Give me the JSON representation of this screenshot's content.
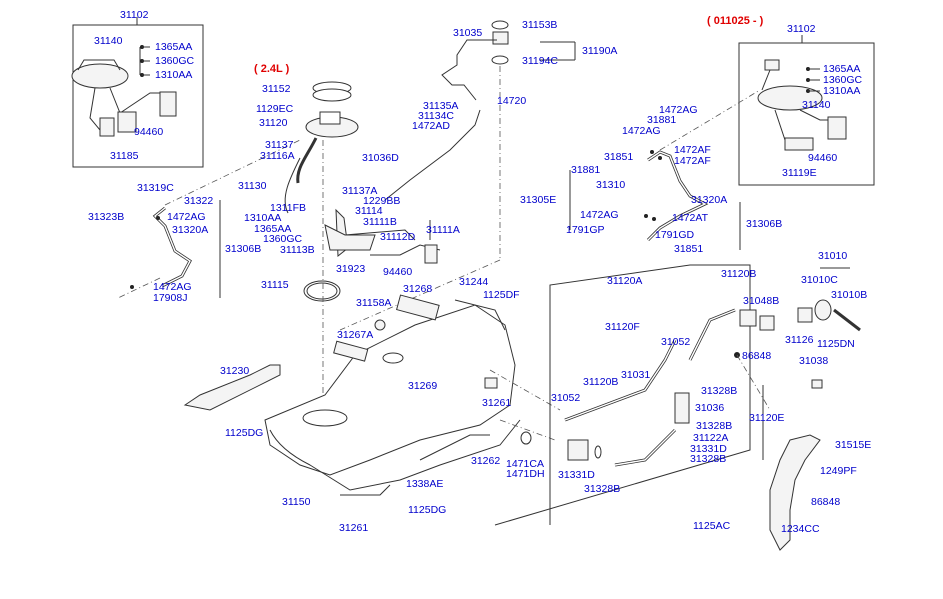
{
  "diagram": {
    "title": "Fuel Tank & Fuel Pump Assembly Parts Diagram",
    "notes": {
      "engine_variant": "( 2.4L )",
      "date_variant": "( 011025 - )"
    },
    "accent_colors": {
      "part_label": "#0000cc",
      "note_label": "#e00000",
      "line": "#333333"
    },
    "labels": [
      "31102",
      "31140",
      "1365AA",
      "1360GC",
      "1310AA",
      "94460",
      "31185",
      "31152",
      "1129EC",
      "31120",
      "31137",
      "31116A",
      "31130",
      "31137A",
      "1229BB",
      "1311FB",
      "31114",
      "31111B",
      "31111A",
      "1310AA",
      "1365AA",
      "1360GC",
      "31112D",
      "31113B",
      "31923",
      "94460",
      "31035",
      "31153B",
      "31190A",
      "31194C",
      "31135A",
      "14720",
      "31134C",
      "1472AD",
      "31036D",
      "31102",
      "1365AA",
      "1360GC",
      "1310AA",
      "31140",
      "94460",
      "31119E",
      "1472AG",
      "31881",
      "1472AG",
      "31851",
      "1472AF",
      "1472AF",
      "31881",
      "31310",
      "31305E",
      "31320A",
      "1472AG",
      "1472AT",
      "31306B",
      "1791GP",
      "1791GD",
      "31851",
      "31319C",
      "31322",
      "31323B",
      "1472AG",
      "31320A",
      "31306B",
      "1472AG",
      "17908J",
      "31115",
      "31244",
      "1125DF",
      "31268",
      "31158A",
      "31267A",
      "31230",
      "31269",
      "31261",
      "1125DG",
      "31150",
      "31262",
      "1338AE",
      "1125DG",
      "31261",
      "1471CA",
      "1471DH",
      "31120A",
      "31120B",
      "31048B",
      "31120F",
      "31052",
      "31120B",
      "31031",
      "31052",
      "86848",
      "31328B",
      "31036",
      "31120E",
      "31328B",
      "31122A",
      "31331D",
      "31328B",
      "31331D",
      "31328B",
      "1125AC",
      "31010",
      "31010C",
      "31010B",
      "31126",
      "1125DN",
      "31038",
      "31515E",
      "1249PF",
      "86848",
      "1234CC"
    ]
  }
}
